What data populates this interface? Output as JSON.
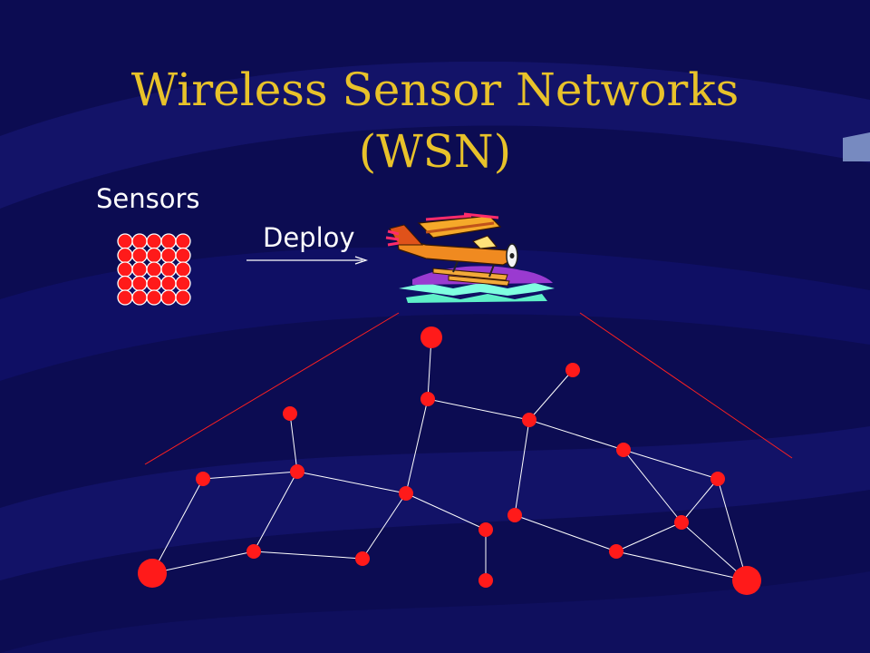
{
  "slide": {
    "title_line1": "Wireless Sensor Networks",
    "title_line2": "(WSN)",
    "sensors_label": "Sensors",
    "deploy_label": "Deploy"
  },
  "colors": {
    "background": "#0c0c52",
    "title": "#e8c22a",
    "node": "#ff1a1a",
    "link": "#ffffff",
    "deploy_edge": "#ff2020"
  },
  "icons": [
    "airplane-icon",
    "sensor-grid-icon",
    "deploy-arrow-icon"
  ]
}
